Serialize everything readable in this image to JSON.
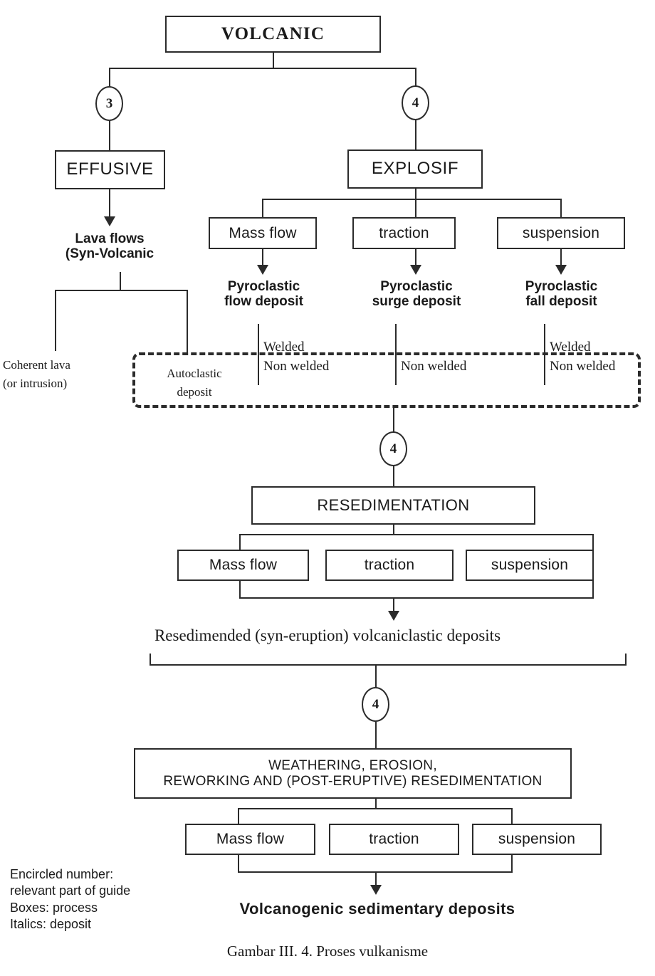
{
  "figure": {
    "caption": "Gambar III. 4. Proses vulkanisme",
    "root_label": "VOLCANIC"
  },
  "branches": {
    "effusive": {
      "marker": "3",
      "box_label": "EFFUSIVE",
      "deposit_line1": "Lava flows",
      "deposit_line2": "(Syn-Volcanic",
      "left_outcome_line1": "Coherent    lava",
      "left_outcome_line2": "(or intrusion)",
      "right_outcome_line1": "Autoclastic",
      "right_outcome_line2": "deposit"
    },
    "explosif": {
      "marker": "4",
      "box_label": "EXPLOSIF",
      "processes": [
        {
          "label": "Mass flow"
        },
        {
          "label": "traction"
        },
        {
          "label": "suspension"
        }
      ],
      "deposits": [
        {
          "line1": "Pyroclastic",
          "line2": "flow deposit",
          "welded": "Welded",
          "non_welded": "Non welded"
        },
        {
          "line1": "Pyroclastic",
          "line2": "surge deposit",
          "welded": "",
          "non_welded": "Non welded"
        },
        {
          "line1": "Pyroclastic",
          "line2": "fall deposit",
          "welded": "Welded",
          "non_welded": "Non welded"
        }
      ]
    }
  },
  "resedimentation": {
    "marker": "4",
    "box_label": "RESEDIMENTATION",
    "processes": [
      {
        "label": "Mass flow"
      },
      {
        "label": "traction"
      },
      {
        "label": "suspension"
      }
    ],
    "outcome": "Resedimended (syn-eruption) volcaniclastic deposits"
  },
  "weathering": {
    "marker": "4",
    "box_line1": "WEATHERING, EROSION,",
    "box_line2": "REWORKING AND (POST-ERUPTIVE) RESEDIMENTATION",
    "processes": [
      {
        "label": "Mass flow"
      },
      {
        "label": "traction"
      },
      {
        "label": "suspension"
      }
    ],
    "outcome": "Volcanogenic sedimentary deposits"
  },
  "legend": {
    "line1": "Encircled number:",
    "line2": "relevant part of guide",
    "line3": "Boxes: process",
    "line4": "Italics: deposit"
  },
  "colors": {
    "ink": "#2b2b2b",
    "paper": "#ffffff"
  }
}
